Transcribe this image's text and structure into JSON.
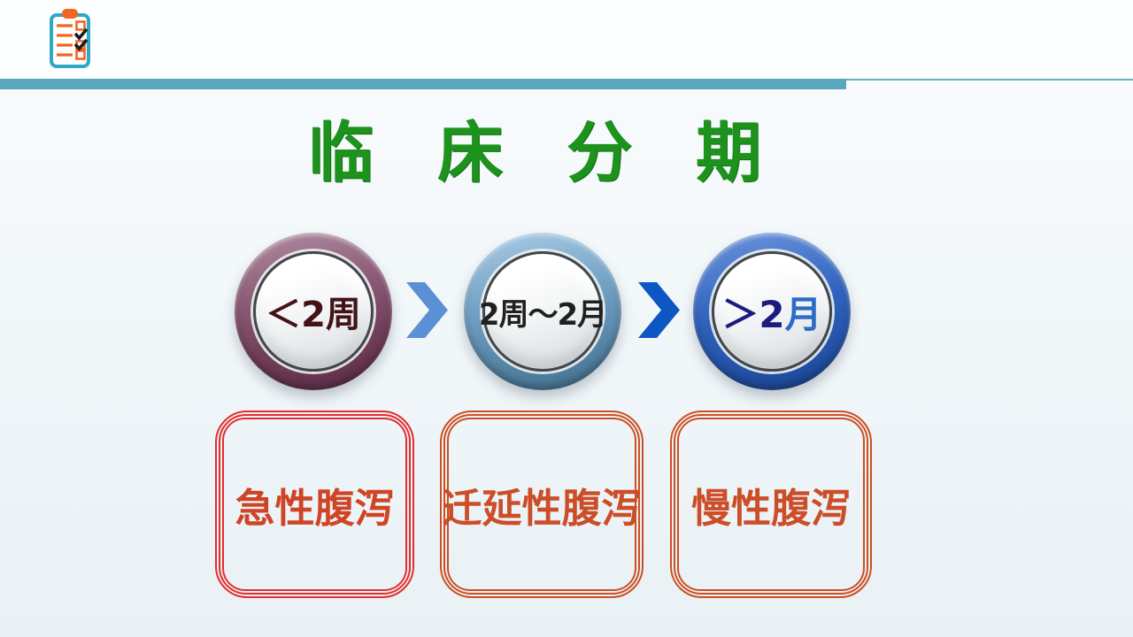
{
  "header": {
    "icon": "clipboard-checklist-icon",
    "divider_color": "#58a7bc"
  },
  "title": {
    "text": "临床分期",
    "chars": [
      "临",
      "床",
      "分",
      "期"
    ],
    "color": "#1d921d"
  },
  "flow": {
    "stages": [
      {
        "duration_parts": [
          {
            "text": "＜2周",
            "color": "#431317"
          }
        ],
        "ring_color": "#7d4a66",
        "category": {
          "label": "急性腹泻",
          "border_color": "#e52d2d",
          "text_color": "#d04426"
        }
      },
      {
        "duration_parts": [
          {
            "text": "2周～2月",
            "color": "#202020"
          }
        ],
        "ring_color": "#6f9fc2",
        "category": {
          "label": "迁延性腹泻",
          "border_color": "#cb4f22",
          "text_color": "#cc4d28"
        }
      },
      {
        "duration_parts": [
          {
            "text": "＞2",
            "color": "#1c1c7e"
          },
          {
            "text": "月",
            "color": "#2e6ac8"
          }
        ],
        "ring_color": "#2f62bd",
        "category": {
          "label": "慢性腹泻",
          "border_color": "#cb4f22",
          "text_color": "#cc4d28"
        }
      }
    ],
    "arrow_colors": [
      "#5b90d6",
      "#0d57c4"
    ]
  }
}
